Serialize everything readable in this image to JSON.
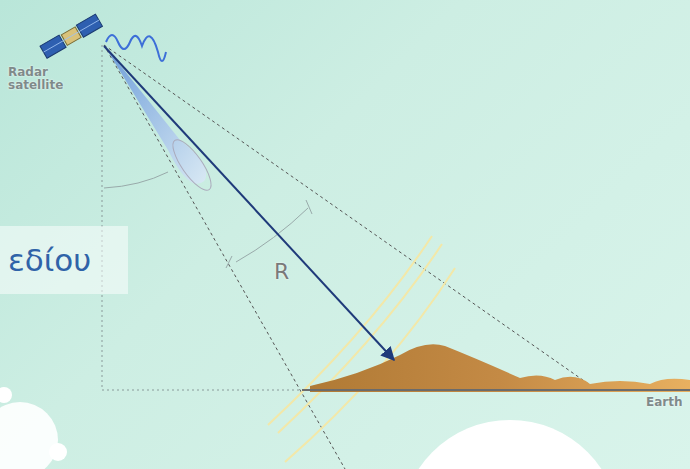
{
  "diagram": {
    "nodes": [
      {
        "text": [
          "εδίου"
        ]
      }
    ],
    "labels": [
      "Radar satellite",
      "R",
      "Earth"
    ]
  }
}
